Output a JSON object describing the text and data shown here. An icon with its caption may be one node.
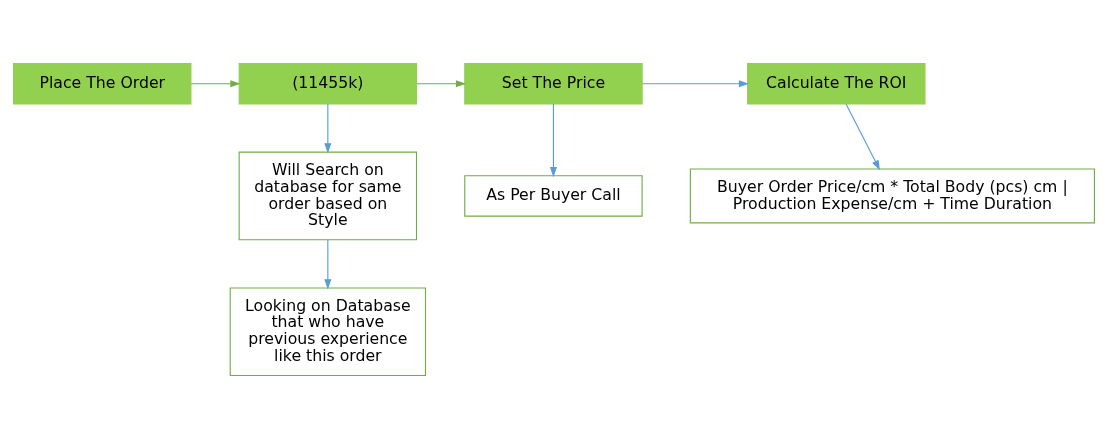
{
  "diagram": {
    "nodes": [
      {
        "text": [
          "Place The Order"
        ]
      },
      {
        "text": [
          "(11455k)"
        ]
      },
      {
        "text": [
          "Set The Price"
        ]
      },
      {
        "text": [
          "Calculate The ROI"
        ]
      },
      {
        "text": [
          "Will Search on database for same order based on Style"
        ]
      },
      {
        "text": [
          "Looking on Database that who have previous experience like this order"
        ]
      },
      {
        "text": [
          "As Per Buyer Call"
        ]
      },
      {
        "text": [
          "Buyer Order Price/cm * Total Body (pcs) cm | Production Expense/cm + Time Duration"
        ]
      }
    ],
    "edges": [
      {
        "from": 0,
        "to": 1,
        "arrow": "to",
        "color": "#70ad47"
      },
      {
        "from": 1,
        "to": 2,
        "arrow": "to",
        "color": "#70ad47"
      },
      {
        "from": 2,
        "to": 3,
        "arrow": "to"
      },
      {
        "from": 1,
        "to": 4,
        "arrow": "to"
      },
      {
        "from": 4,
        "to": 5,
        "arrow": "to"
      },
      {
        "from": 2,
        "to": 6,
        "arrow": "to"
      },
      {
        "from": 3,
        "to": 7,
        "arrow": "to"
      }
    ]
  }
}
